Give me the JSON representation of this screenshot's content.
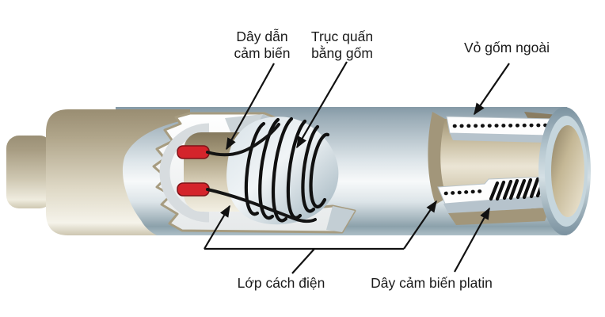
{
  "diagram": {
    "type": "cutaway-illustration",
    "subject": "platinum-temperature-sensor-probe",
    "labels": {
      "sensor_lead": {
        "line1": "Dây dẫn",
        "line2": "cảm biến"
      },
      "ceramic_spool": {
        "line1": "Trục quấn",
        "line2": "bằng gốm"
      },
      "outer_ceramic_shell": "Vỏ gốm ngoài",
      "insulation_layer": "Lớp cách điện",
      "platinum_sensor_wire": "Dây cảm biến platin"
    },
    "colors": {
      "background": "#ffffff",
      "label_text": "#1a1a1a",
      "arrow": "#111111",
      "terminal_red": "#d4242b",
      "winding_black": "#101010",
      "shell_blue": "#9fb2bd",
      "sheath_tan": "#a89d83",
      "insulation_white": "#f5f6f7",
      "torn_edge_tan": "#a79c80"
    }
  }
}
